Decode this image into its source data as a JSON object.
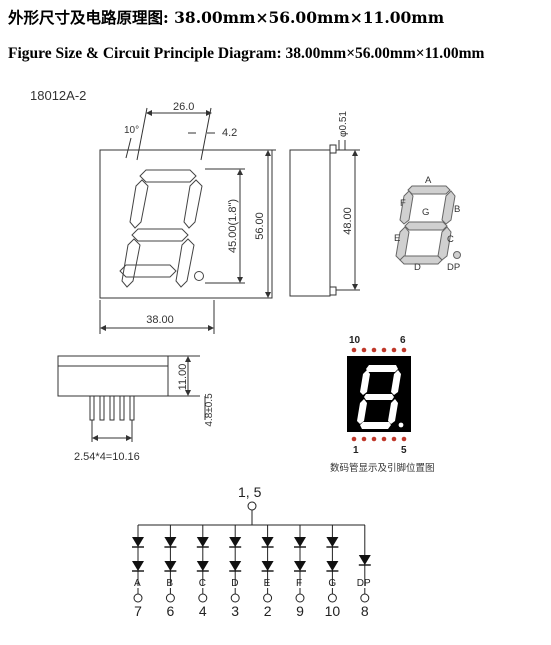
{
  "header": {
    "title_cn": "外形尺寸及电路原理图: 38.00mm×56.00mm×11.00mm",
    "title_en": "Figure Size & Circuit Principle Diagram: 38.00mm×56.00mm×11.00mm"
  },
  "front_view": {
    "model": "18012A-2",
    "dim_top": "26.0",
    "dim_angle": "10°",
    "dim_segment": "4.2",
    "dim_digit_height": "45.00(1.8\")",
    "dim_height": "56.00",
    "dim_width": "38.00"
  },
  "side_view": {
    "dim_pin_dia": "φ0.51",
    "dim_pin_span": "48.00"
  },
  "bottom_view": {
    "dim_depth": "11.00",
    "dim_pin_len": "4.8±0.5",
    "dim_pitch": "2.54*4=10.16"
  },
  "segment_legend": {
    "labels": [
      "A",
      "B",
      "C",
      "D",
      "E",
      "F",
      "G",
      "DP"
    ]
  },
  "pin_layout": {
    "top_left": "10",
    "top_right": "6",
    "bottom_left": "1",
    "bottom_right": "5",
    "caption": "数码管显示及引脚位置图",
    "colors": {
      "body": "#000000",
      "segment": "#ffffff",
      "pin": "#c0392b"
    }
  },
  "circuit": {
    "common_pin": "1, 5",
    "segments": [
      {
        "label": "A",
        "pin": "7"
      },
      {
        "label": "B",
        "pin": "6"
      },
      {
        "label": "C",
        "pin": "4"
      },
      {
        "label": "D",
        "pin": "3"
      },
      {
        "label": "E",
        "pin": "2"
      },
      {
        "label": "F",
        "pin": "9"
      },
      {
        "label": "G",
        "pin": "10"
      },
      {
        "label": "DP",
        "pin": "8"
      }
    ]
  }
}
